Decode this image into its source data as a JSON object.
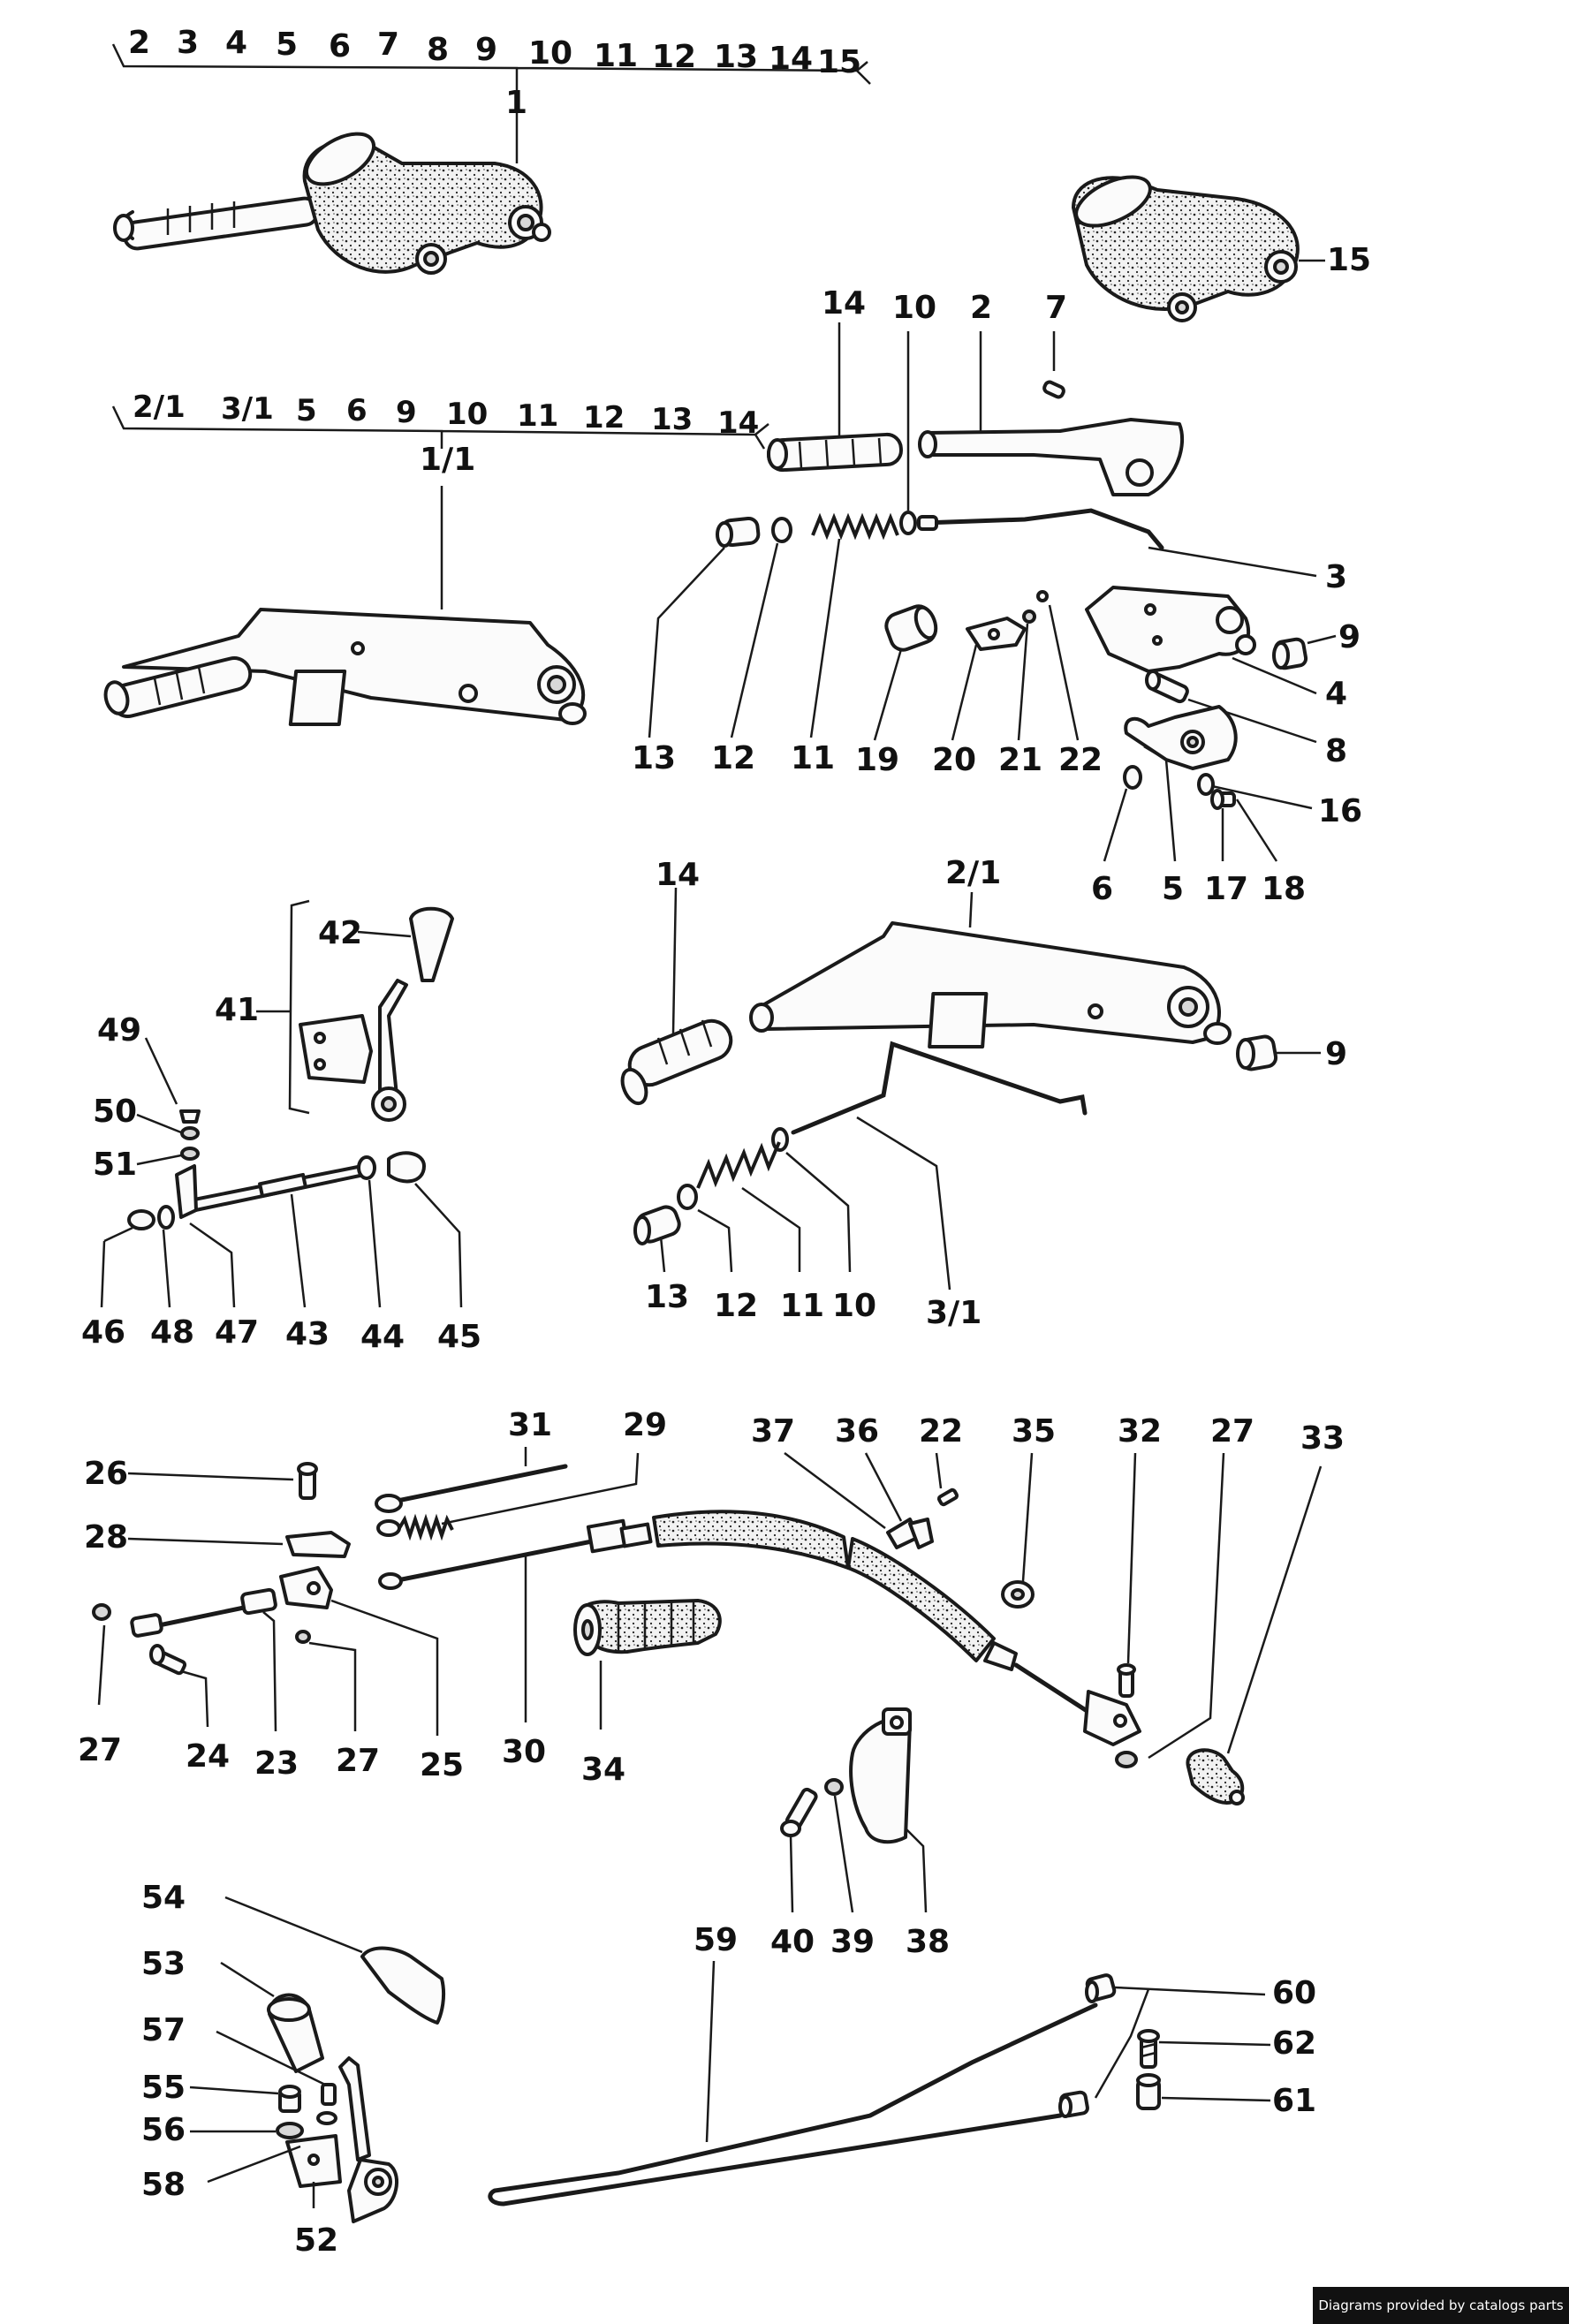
{
  "footer": {
    "credit": "Diagrams provided by catalogs parts"
  },
  "group_lines": {
    "a": [
      "2",
      "3",
      "4",
      "5",
      "6",
      "7",
      "8",
      "9",
      "10",
      "11",
      "12",
      "13",
      "14",
      "15"
    ],
    "a_parent": "1",
    "b": [
      "2/1",
      "3/1",
      "5",
      "6",
      "9",
      "10",
      "11",
      "12",
      "13",
      "14"
    ],
    "b_parent": "1/1"
  },
  "callouts": {
    "c15": "15",
    "c14a": "14",
    "c10a": "10",
    "c2": "2",
    "c7": "7",
    "c3": "3",
    "c9a": "9",
    "c4": "4",
    "c8": "8",
    "c16": "16",
    "c18": "18",
    "c17": "17",
    "c5": "5",
    "c6": "6",
    "c13a": "13",
    "c12a": "12",
    "c11a": "11",
    "c19": "19",
    "c20": "20",
    "c21": "21",
    "c22a": "22",
    "c14b": "14",
    "c21b": "2/1",
    "c9b": "9",
    "c42": "42",
    "c41": "41",
    "c49": "49",
    "c50": "50",
    "c51": "51",
    "c46": "46",
    "c48": "48",
    "c47": "47",
    "c43": "43",
    "c44": "44",
    "c45": "45",
    "c13b": "13",
    "c12b": "12",
    "c11b": "11",
    "c10b": "10",
    "c31b": "3/1",
    "c31": "31",
    "c29": "29",
    "c37": "37",
    "c36": "36",
    "c22b": "22",
    "c35": "35",
    "c32": "32",
    "c27a": "27",
    "c33": "33",
    "c26": "26",
    "c28": "28",
    "c27b": "27",
    "c24": "24",
    "c23": "23",
    "c27c": "27",
    "c25": "25",
    "c30": "30",
    "c34": "34",
    "c40": "40",
    "c39": "39",
    "c38": "38",
    "c54": "54",
    "c53": "53",
    "c57": "57",
    "c55": "55",
    "c56": "56",
    "c58": "58",
    "c52": "52",
    "c59": "59",
    "c60": "60",
    "c62": "62",
    "c61": "61"
  }
}
